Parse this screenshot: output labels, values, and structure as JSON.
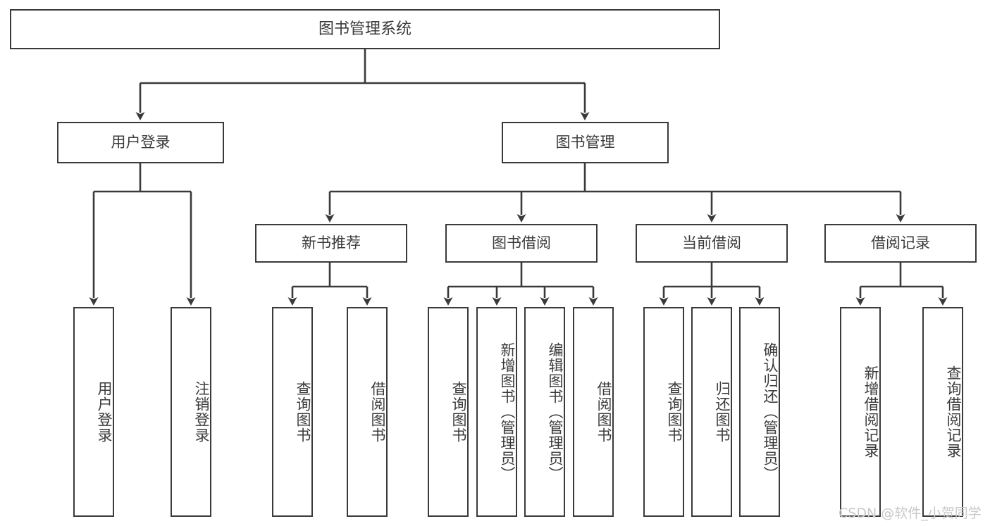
{
  "diagram": {
    "title": "图书管理系统",
    "type": "tree",
    "root": {
      "label": "图书管理系统"
    },
    "level1": [
      {
        "label": "用户登录"
      },
      {
        "label": "图书管理"
      }
    ],
    "level2": [
      {
        "label": "新书推荐"
      },
      {
        "label": "图书借阅"
      },
      {
        "label": "当前借阅"
      },
      {
        "label": "借阅记录"
      }
    ],
    "leaves": {
      "user_login": [
        {
          "label": "用户登录"
        },
        {
          "label": "注销登录"
        }
      ],
      "new_book_recommend": [
        {
          "label": "查询图书"
        },
        {
          "label": "借阅图书"
        }
      ],
      "book_borrow": [
        {
          "label": "查询图书"
        },
        {
          "label": "新增图书（管理员）"
        },
        {
          "label": "编辑图书（管理员）"
        },
        {
          "label": "借阅图书"
        }
      ],
      "current_borrow": [
        {
          "label": "查询图书"
        },
        {
          "label": "归还图书"
        },
        {
          "label": "确认归还（管理员）"
        }
      ],
      "borrow_record": [
        {
          "label": "新增借阅记录"
        },
        {
          "label": "查询借阅记录"
        }
      ]
    }
  },
  "watermark": {
    "text": "CSDN @软件_小贺同学"
  },
  "colors": {
    "stroke": "#3a3a3a",
    "text": "#3b3b3b",
    "background": "#ffffff",
    "watermark": "#c9c9c9"
  }
}
